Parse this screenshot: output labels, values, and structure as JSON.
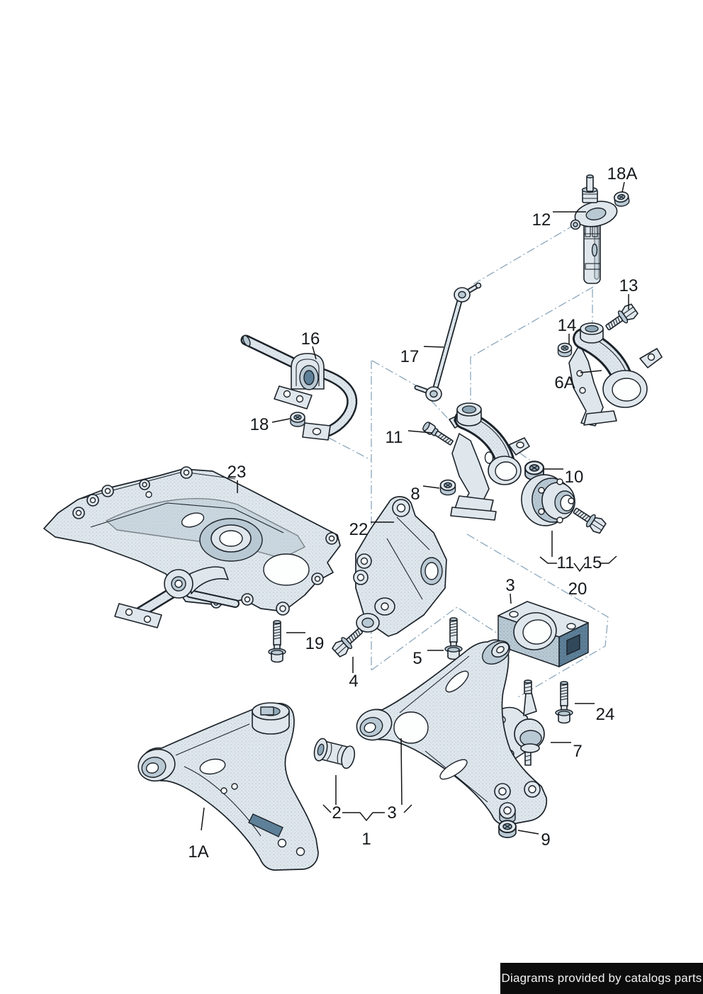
{
  "colors": {
    "page_background": "#ffffff",
    "outline": "#1c232a",
    "part_light": "#dfe7ec",
    "part_mid": "#b9c9d4",
    "part_shade": "#8fa7b6",
    "part_dark": "#5e8098",
    "construction_line": "#8ca7bc",
    "leader_line": "#141414",
    "label_text": "#15181b",
    "footer_bg": "#0c0c0c",
    "footer_text": "#f2f2f2"
  },
  "callouts": {
    "wishbone_group": "1",
    "wishbone_alt": "1A",
    "bushing_front": "2",
    "bonded_mounting": "3",
    "wishbone_arm": "3",
    "bolt_bracket": "4",
    "bolt_console": "5",
    "wheel_bearing_housing": "6A",
    "ball_joint": "7",
    "nut_8": "8",
    "nut_9": "9",
    "nut_10": "10",
    "bolt_11": "11",
    "hub_bolt_11": "11",
    "suspension_strut": "12",
    "bolt_13": "13",
    "nut_14": "14",
    "hub_bolt_15": "15",
    "stabilizer_bar": "16",
    "coupling_rod": "17",
    "nut_18": "18",
    "strut_nut_18a": "18A",
    "bolt_19": "19",
    "hub_group": "20",
    "console": "22",
    "subframe": "23",
    "bolt_24": "24"
  },
  "footer": {
    "text": "Diagrams provided by catalogs parts"
  }
}
